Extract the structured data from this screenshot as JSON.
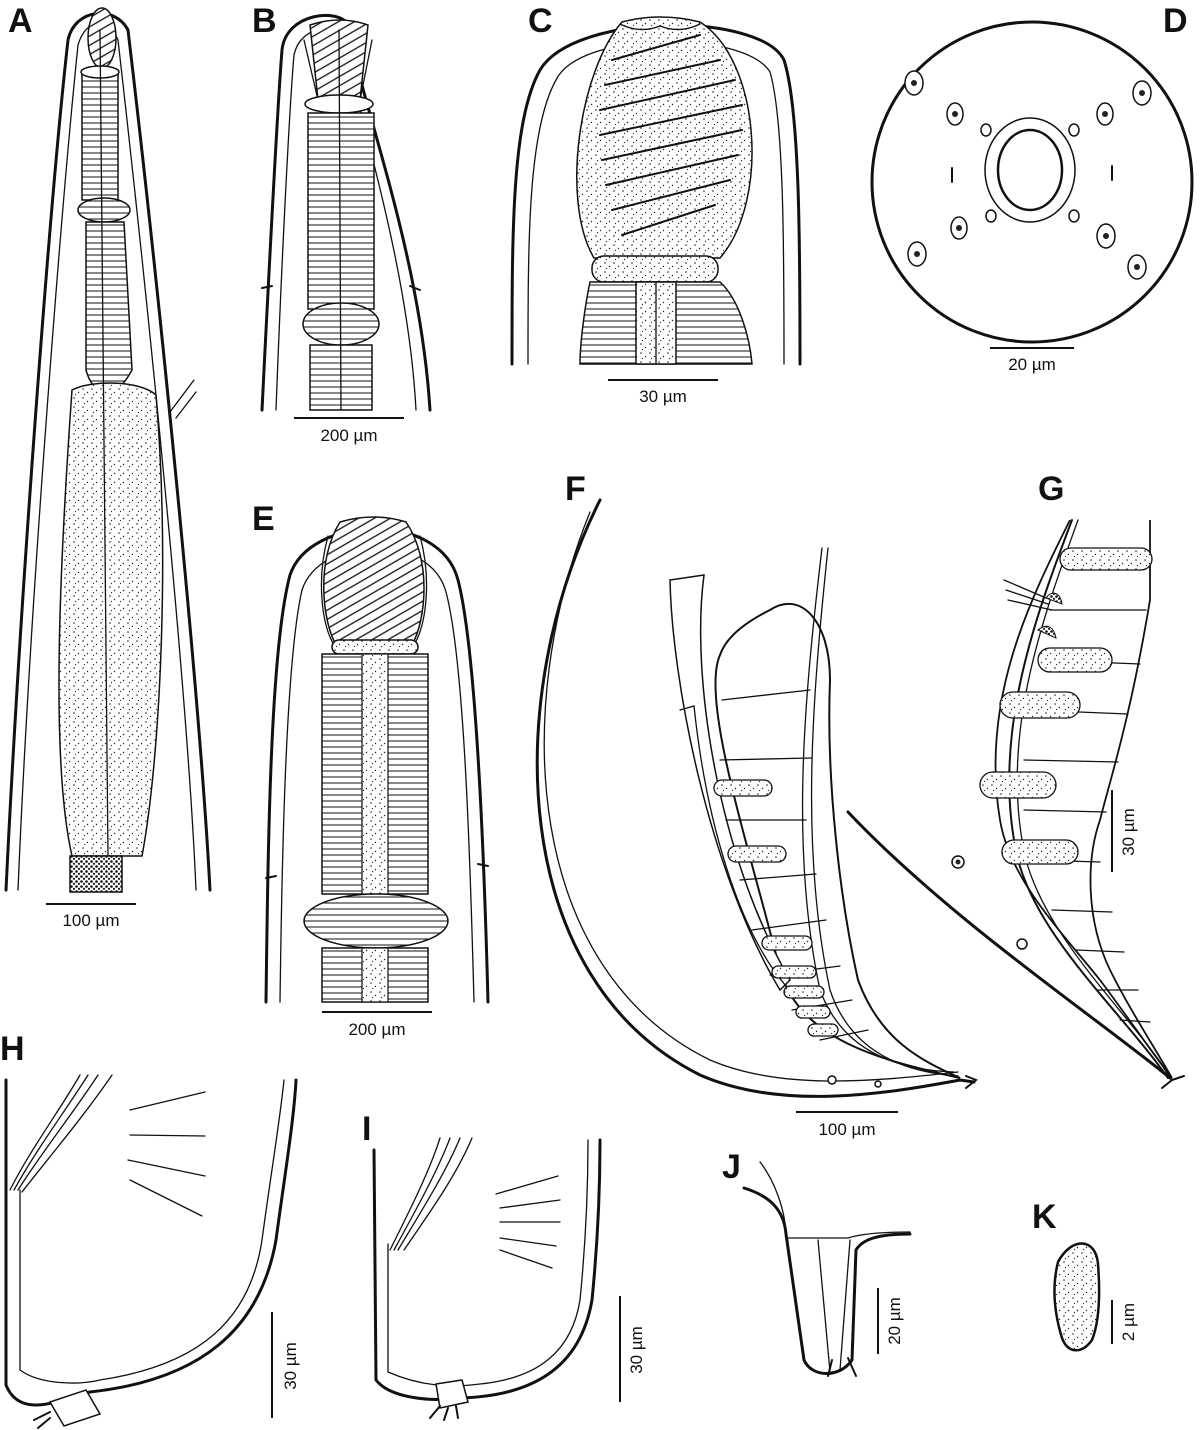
{
  "panels": [
    {
      "label": "A",
      "scale": "100 µm"
    },
    {
      "label": "B",
      "scale": "200 µm"
    },
    {
      "label": "C",
      "scale": "30 µm"
    },
    {
      "label": "D",
      "scale": "20 µm"
    },
    {
      "label": "E",
      "scale": "200 µm"
    },
    {
      "label": "F",
      "scale": "100 µm"
    },
    {
      "label": "G",
      "scale": "30 µm"
    },
    {
      "label": "H",
      "scale": "30 µm"
    },
    {
      "label": "I",
      "scale": "30 µm"
    },
    {
      "label": "J",
      "scale": "20 µm"
    },
    {
      "label": "K",
      "scale": "2 µm"
    }
  ]
}
